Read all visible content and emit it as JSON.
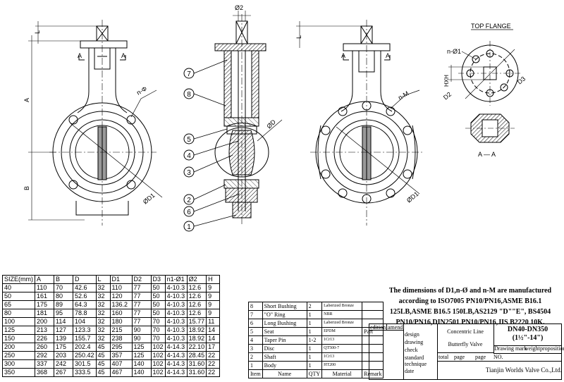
{
  "drawing": {
    "top_flange_label": "TOP FLANGE",
    "section_label": "A — A",
    "dim_labels": {
      "phi2": "Ø2",
      "L": "L",
      "A": "A",
      "B": "B",
      "n_phi": "n-Φ",
      "phi_D1": "ØD1",
      "phi_D": "ØD",
      "n_M": "n-M",
      "n_phi1": "n-Ø1",
      "HXH": "HXH",
      "D2": "D2",
      "D3": "D3",
      "A_mark": "A"
    },
    "balloons": [
      "7",
      "8",
      "5",
      "4",
      "3",
      "2",
      "6",
      "1"
    ]
  },
  "dimension_table": {
    "headers": [
      "SIZE(mm)",
      "A",
      "B",
      "D",
      "L",
      "D1",
      "D2",
      "D3",
      "n1-Ø1",
      "Ø2",
      "H"
    ],
    "rows": [
      [
        "40",
        "110",
        "70",
        "42.6",
        "32",
        "110",
        "77",
        "50",
        "4-10.3",
        "12.6",
        "9"
      ],
      [
        "50",
        "161",
        "80",
        "52.6",
        "32",
        "120",
        "77",
        "50",
        "4-10.3",
        "12.6",
        "9"
      ],
      [
        "65",
        "175",
        "89",
        "64.3",
        "32",
        "136.2",
        "77",
        "50",
        "4-10.3",
        "12.6",
        "9"
      ],
      [
        "80",
        "181",
        "95",
        "78.8",
        "32",
        "160",
        "77",
        "50",
        "4-10.3",
        "12.6",
        "9"
      ],
      [
        "100",
        "200",
        "114",
        "104",
        "32",
        "180",
        "77",
        "70",
        "4-10.3",
        "15.77",
        "11"
      ],
      [
        "125",
        "213",
        "127",
        "123.3",
        "32",
        "215",
        "90",
        "70",
        "4-10.3",
        "18.92",
        "14"
      ],
      [
        "150",
        "226",
        "139",
        "155.7",
        "32",
        "238",
        "90",
        "70",
        "4-10.3",
        "18.92",
        "14"
      ],
      [
        "200",
        "260",
        "175",
        "202.4",
        "45",
        "295",
        "125",
        "102",
        "4-14.3",
        "22.10",
        "17"
      ],
      [
        "250",
        "292",
        "203",
        "250.42",
        "45",
        "357",
        "125",
        "102",
        "4-14.3",
        "28.45",
        "22"
      ],
      [
        "300",
        "337",
        "242",
        "301.5",
        "45",
        "407",
        "140",
        "102",
        "4-14.3",
        "31.60",
        "22"
      ],
      [
        "350",
        "368",
        "267",
        "333.5",
        "45",
        "467",
        "140",
        "102",
        "4-14.3",
        "31.60",
        "22"
      ]
    ]
  },
  "parts_table": {
    "headers": [
      "Item",
      "Name",
      "QTY",
      "Material",
      "Remark"
    ],
    "rows": [
      [
        "8",
        "Short Bushing",
        "2",
        "Laberized Bronze",
        ""
      ],
      [
        "7",
        "\"O\" Ring",
        "1",
        "NBR",
        ""
      ],
      [
        "6",
        "Long Bushing",
        "1",
        "Laberized Bronze",
        ""
      ],
      [
        "5",
        "Seat",
        "1",
        "EPDM",
        "Part"
      ],
      [
        "4",
        "Taper Pin",
        "1-2",
        "1Cr13",
        ""
      ],
      [
        "3",
        "Disc",
        "1",
        "QT500-7",
        ""
      ],
      [
        "2",
        "Shaft",
        "1",
        "1Cr13",
        ""
      ],
      [
        "1",
        "Body",
        "1",
        "HT200",
        ""
      ]
    ]
  },
  "note": "The dimensions of D1,n-Ø and n-M are manufactured according to ISO7005 PN10/PN16,ASME B16.1 125LB,ASME B16.5 150LB,AS2129 \"D\"\"E\", BS4504 PN10/PN16,DIN2501 PN10/PN16,JIS B2220 10K.",
  "title_block": {
    "edition": "edition",
    "amend": "amend",
    "product_line1": "Concentric Line",
    "product_line2": "Butterfly Valve",
    "range": "DN40-DN350",
    "range_inch": "(1½\"-14\")",
    "labels": [
      "design",
      "drawing",
      "check",
      "standard technique",
      "date"
    ],
    "col_heads": [
      "Drawing mark",
      "weight",
      "proposition"
    ],
    "total": "total",
    "page": "page",
    "no": "NO.",
    "company": "Tianjin Worlds Valve Co.,Ltd."
  }
}
